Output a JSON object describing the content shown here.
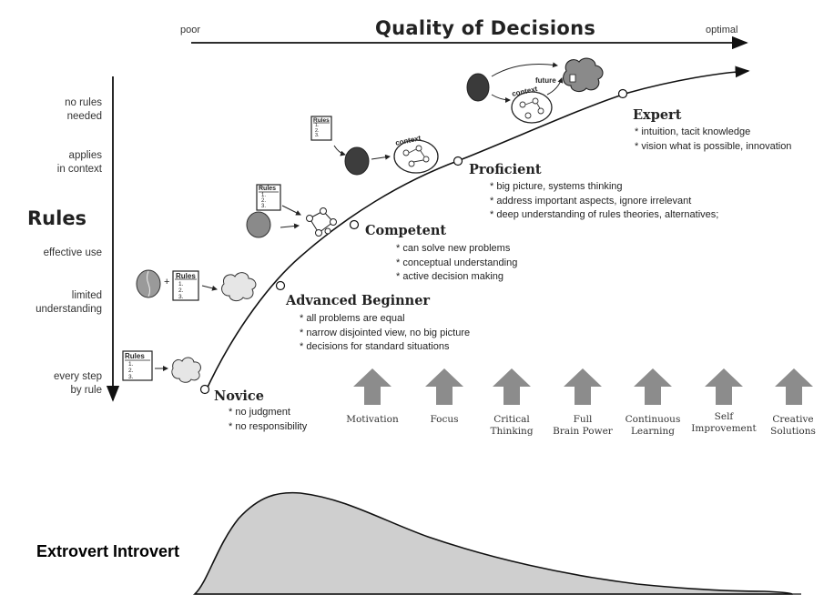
{
  "header": {
    "title": "Quality of Decisions",
    "left_label": "poor",
    "right_label": "optimal"
  },
  "vertical_axis": {
    "title": "Rules",
    "levels": [
      {
        "line1": "no rules",
        "line2": "needed"
      },
      {
        "line1": "applies",
        "line2": "in context"
      },
      {
        "line1": "effective use",
        "line2": ""
      },
      {
        "line1": "limited",
        "line2": "understanding"
      },
      {
        "line1": "every step",
        "line2": "by rule"
      }
    ]
  },
  "stages": [
    {
      "name": "Novice",
      "points": [
        "* no judgment",
        "* no responsibility"
      ]
    },
    {
      "name": "Advanced Beginner",
      "points": [
        "* all problems are equal",
        "* narrow disjointed view, no big picture",
        "* decisions for standard situations"
      ]
    },
    {
      "name": "Competent",
      "points": [
        "* can solve new problems",
        "* conceptual understanding",
        "* active decision making"
      ]
    },
    {
      "name": "Proficient",
      "points": [
        "* big picture, systems thinking",
        "* address important aspects, ignore irrelevant",
        "* deep understanding of rules theories, alternatives;"
      ]
    },
    {
      "name": "Expert",
      "points": [
        "* intuition, tacit knowledge",
        "* vision what is possible, innovation"
      ]
    }
  ],
  "illustrations": {
    "rules_card_title": "Rules",
    "rules_card_items": [
      "1.",
      "2.",
      "3."
    ],
    "plus": "+",
    "context_label": "context",
    "future_label": "future"
  },
  "drivers": [
    {
      "line1": "Motivation",
      "line2": ""
    },
    {
      "line1": "Focus",
      "line2": ""
    },
    {
      "line1": "Critical",
      "line2": "Thinking"
    },
    {
      "line1": "Full",
      "line2": "Brain Power"
    },
    {
      "line1": "Continuous",
      "line2": "Learning"
    },
    {
      "line1": "Self",
      "line2": "Improvement"
    },
    {
      "line1": "Creative",
      "line2": "Solutions"
    }
  ],
  "bottom": {
    "label": "Extrovert Introvert"
  },
  "colors": {
    "arrow_gray": "#8c8c8c",
    "curve_fill": "#cfcfcf",
    "ink": "#222222"
  }
}
